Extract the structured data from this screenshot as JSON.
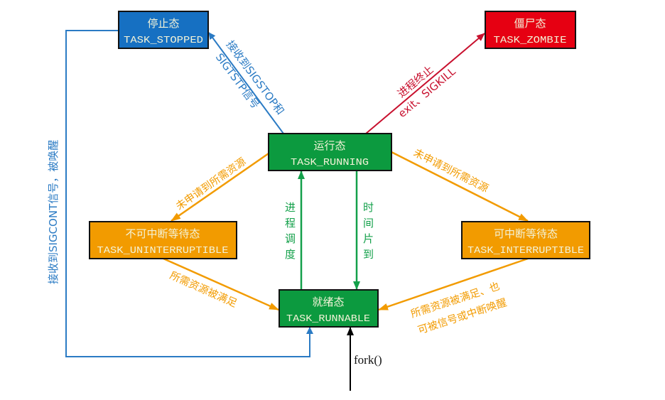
{
  "colors": {
    "blue": "#1670c2",
    "red": "#e60012",
    "green": "#0c9a3f",
    "orange": "#f29b00",
    "black": "#000000",
    "state_text": "#f3f3d8",
    "blue_edge": "#2b7bc4",
    "red_edge": "#c8102e",
    "green_edge": "#13a04a",
    "orange_edge": "#f29b00"
  },
  "states": {
    "stopped": {
      "cn": "停止态",
      "en": "TASK_STOPPED"
    },
    "zombie": {
      "cn": "僵尸态",
      "en": "TASK_ZOMBIE"
    },
    "running": {
      "cn": "运行态",
      "en": "TASK_RUNNING"
    },
    "uninterruptible": {
      "cn": "不可中断等待态",
      "en": "TASK_UNINTERRUPTIBLE"
    },
    "interruptible": {
      "cn": "可中断等待态",
      "en": "TASK_INTERRUPTIBLE"
    },
    "runnable": {
      "cn": "就绪态",
      "en": "TASK_RUNNABLE"
    }
  },
  "transitions": {
    "running_to_stopped": {
      "line1": "接收到SIGSTOP和",
      "line2": "SIGTSTP信号"
    },
    "running_to_zombie": {
      "line1": "进程终止",
      "line2": "exit、SIGKILL"
    },
    "running_to_uninterruptible": {
      "line1": "未申请到所需资源"
    },
    "running_to_interruptible": {
      "line1": "未申请到所需资源"
    },
    "runnable_to_running": {
      "chars": [
        "进",
        "程",
        "调",
        "度"
      ]
    },
    "running_to_runnable": {
      "chars": [
        "时",
        "间",
        "片",
        "到"
      ]
    },
    "uninterruptible_to_runnable": {
      "line1": "所需资源被满足"
    },
    "interruptible_to_runnable": {
      "line1": "所需资源被满足、也",
      "line2": "可被信号或中断唤醒"
    },
    "stopped_to_runnable": {
      "line1": "接收到SIGCONT信号，被唤醒"
    },
    "fork": {
      "label": "fork()"
    }
  }
}
